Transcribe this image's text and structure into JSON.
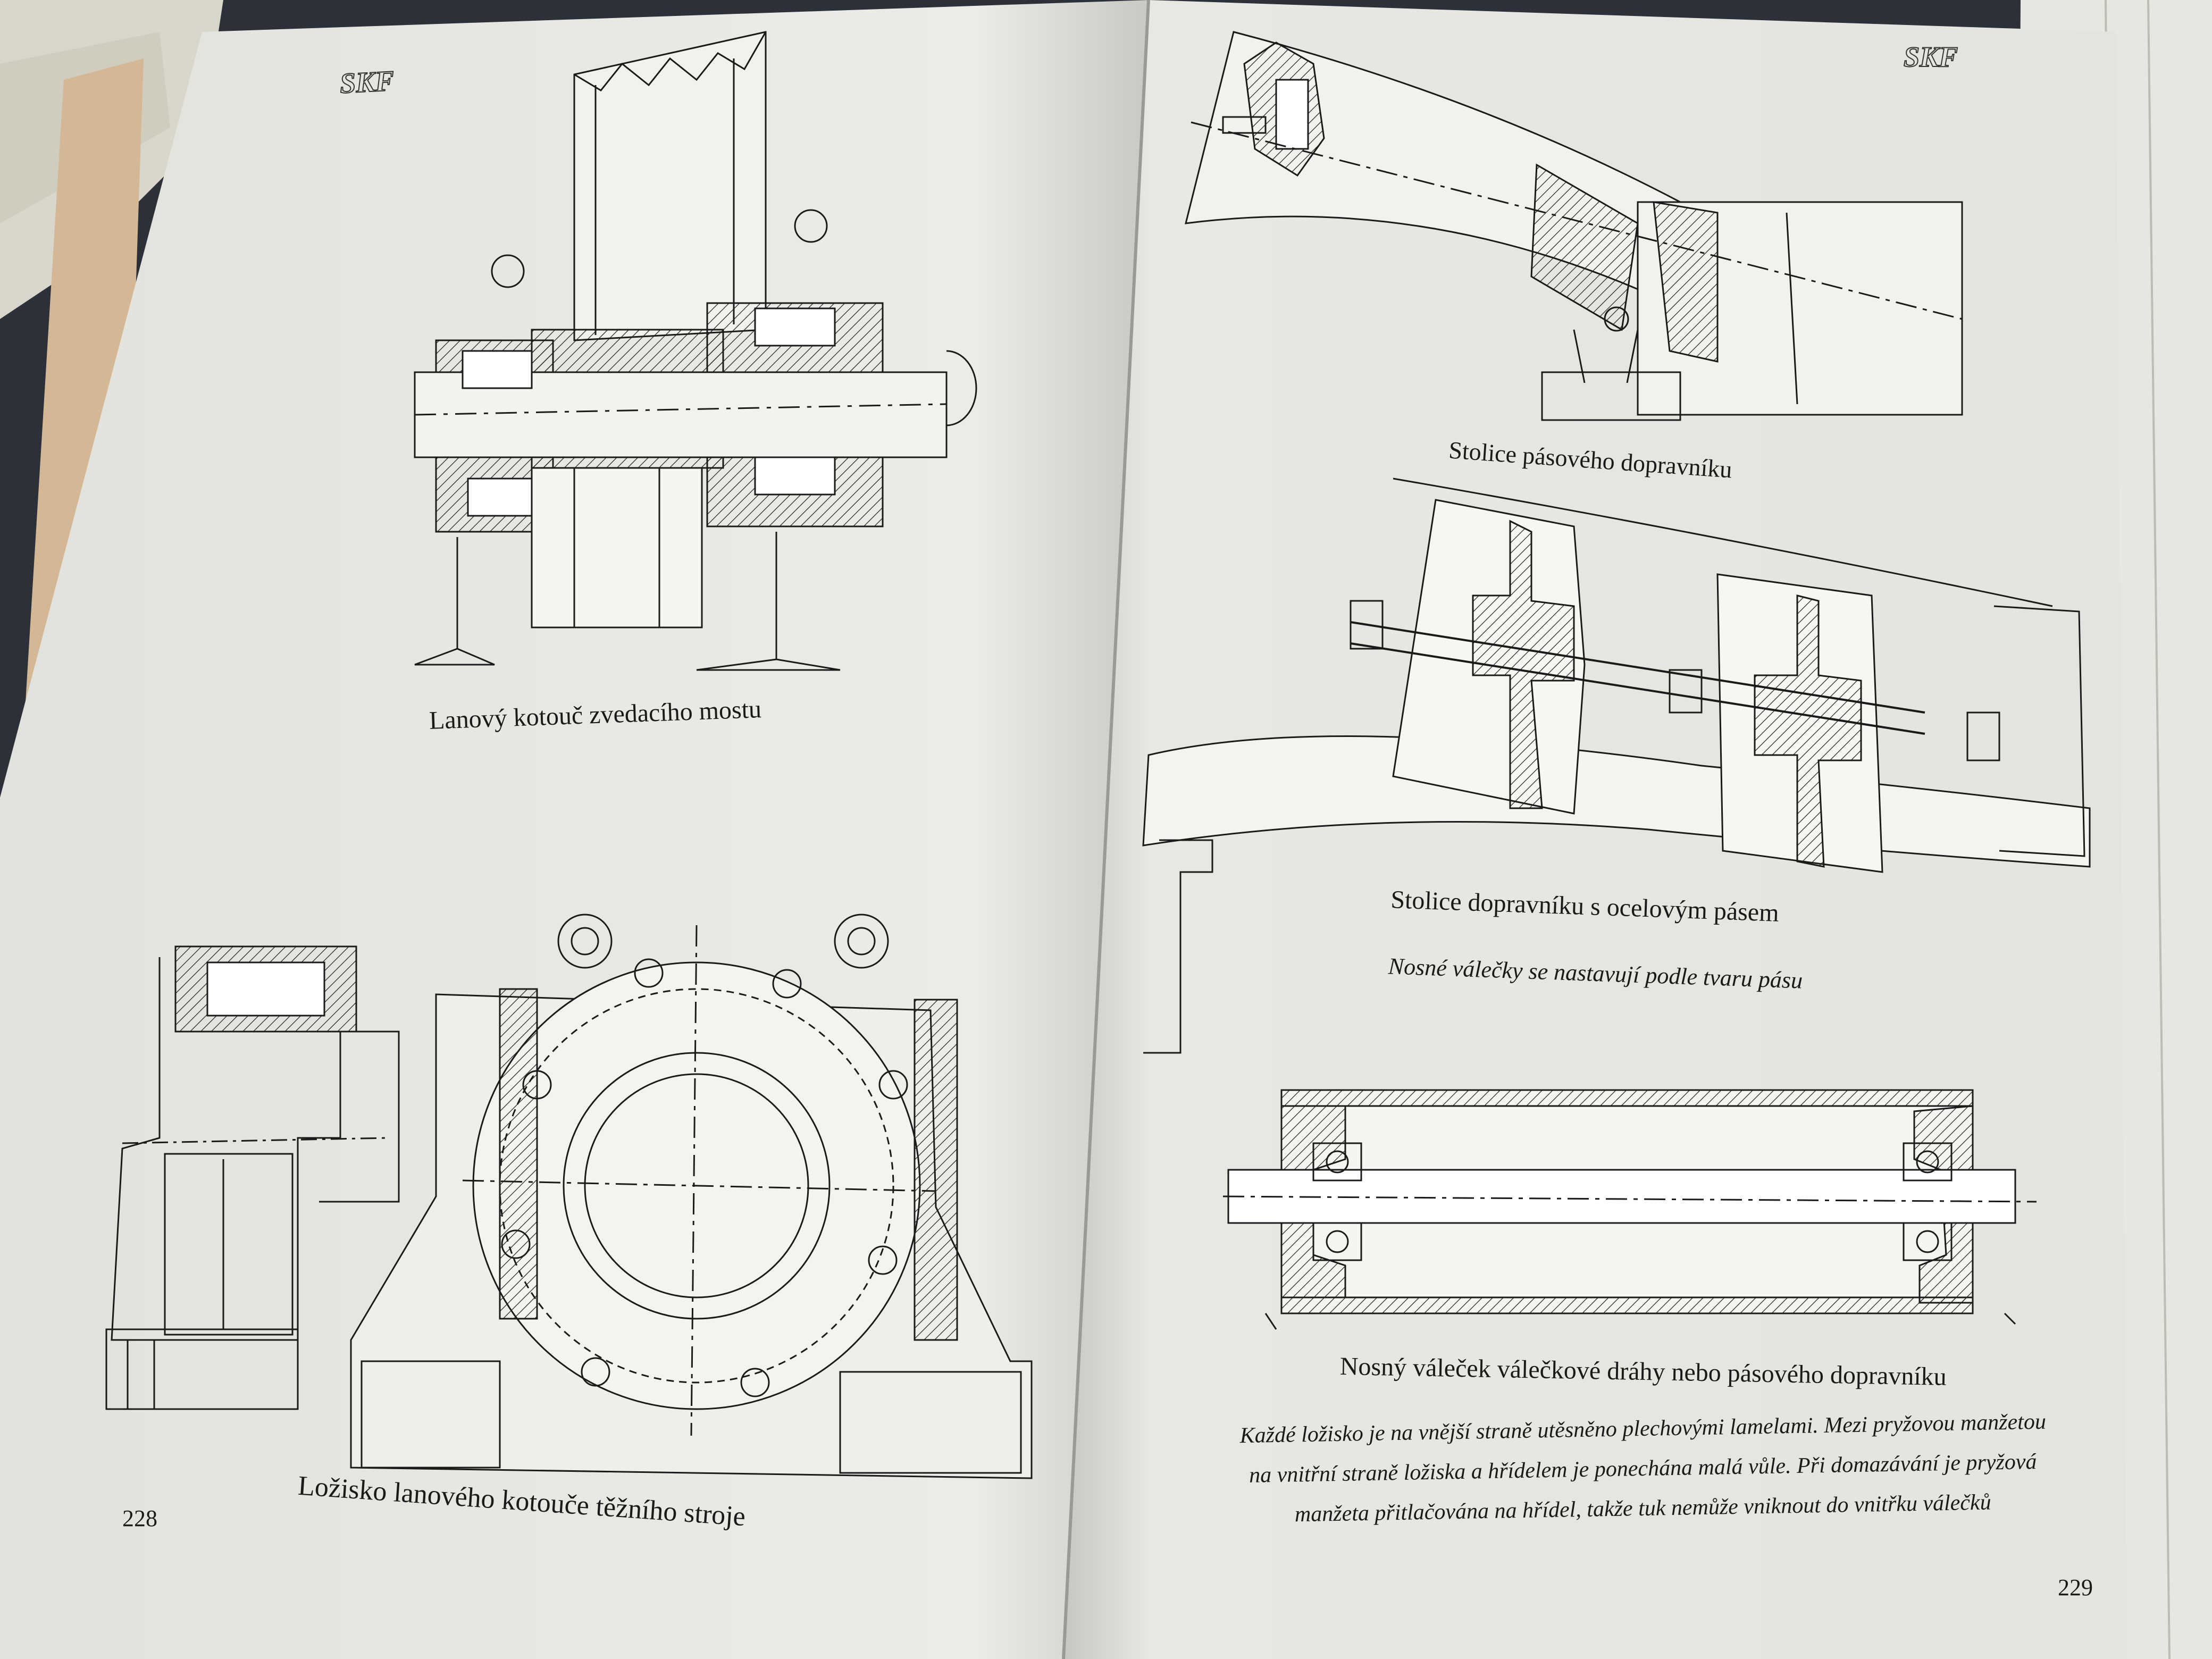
{
  "book": {
    "left_page": {
      "logo": "SKF",
      "page_number": "228",
      "captions": {
        "sheave_bridge": "Lanový kotouč zvedacího mostu",
        "sheave_bearing": "Ložisko lanového kotouče těžního stroje"
      }
    },
    "right_page": {
      "logo": "SKF",
      "page_number": "229",
      "captions": {
        "belt_conveyor_stand": "Stolice pásového dopravníku",
        "steel_belt_stand": "Stolice dopravníku s ocelovým pásem",
        "steel_belt_note": "Nosné válečky se nastavují podle tvaru pásu",
        "carrier_roller": "Nosný váleček válečkové dráhy nebo pásového dopravníku"
      },
      "description_lines": [
        "Každé ložisko je na vnější straně utěsněno plechovými lamelami. Mezi pryžovou manžetou",
        "na vnitřní straně ložiska a hřídelem je ponechána malá vůle. Při domazávání je pryžová",
        "manžeta přitlačována na hřídel, takže tuk nemůže vniknout do vnitřku válečků"
      ]
    }
  },
  "colors": {
    "background": "#2a2f38",
    "paper": "#e9e9e4",
    "ink": "#1a1a1a"
  }
}
